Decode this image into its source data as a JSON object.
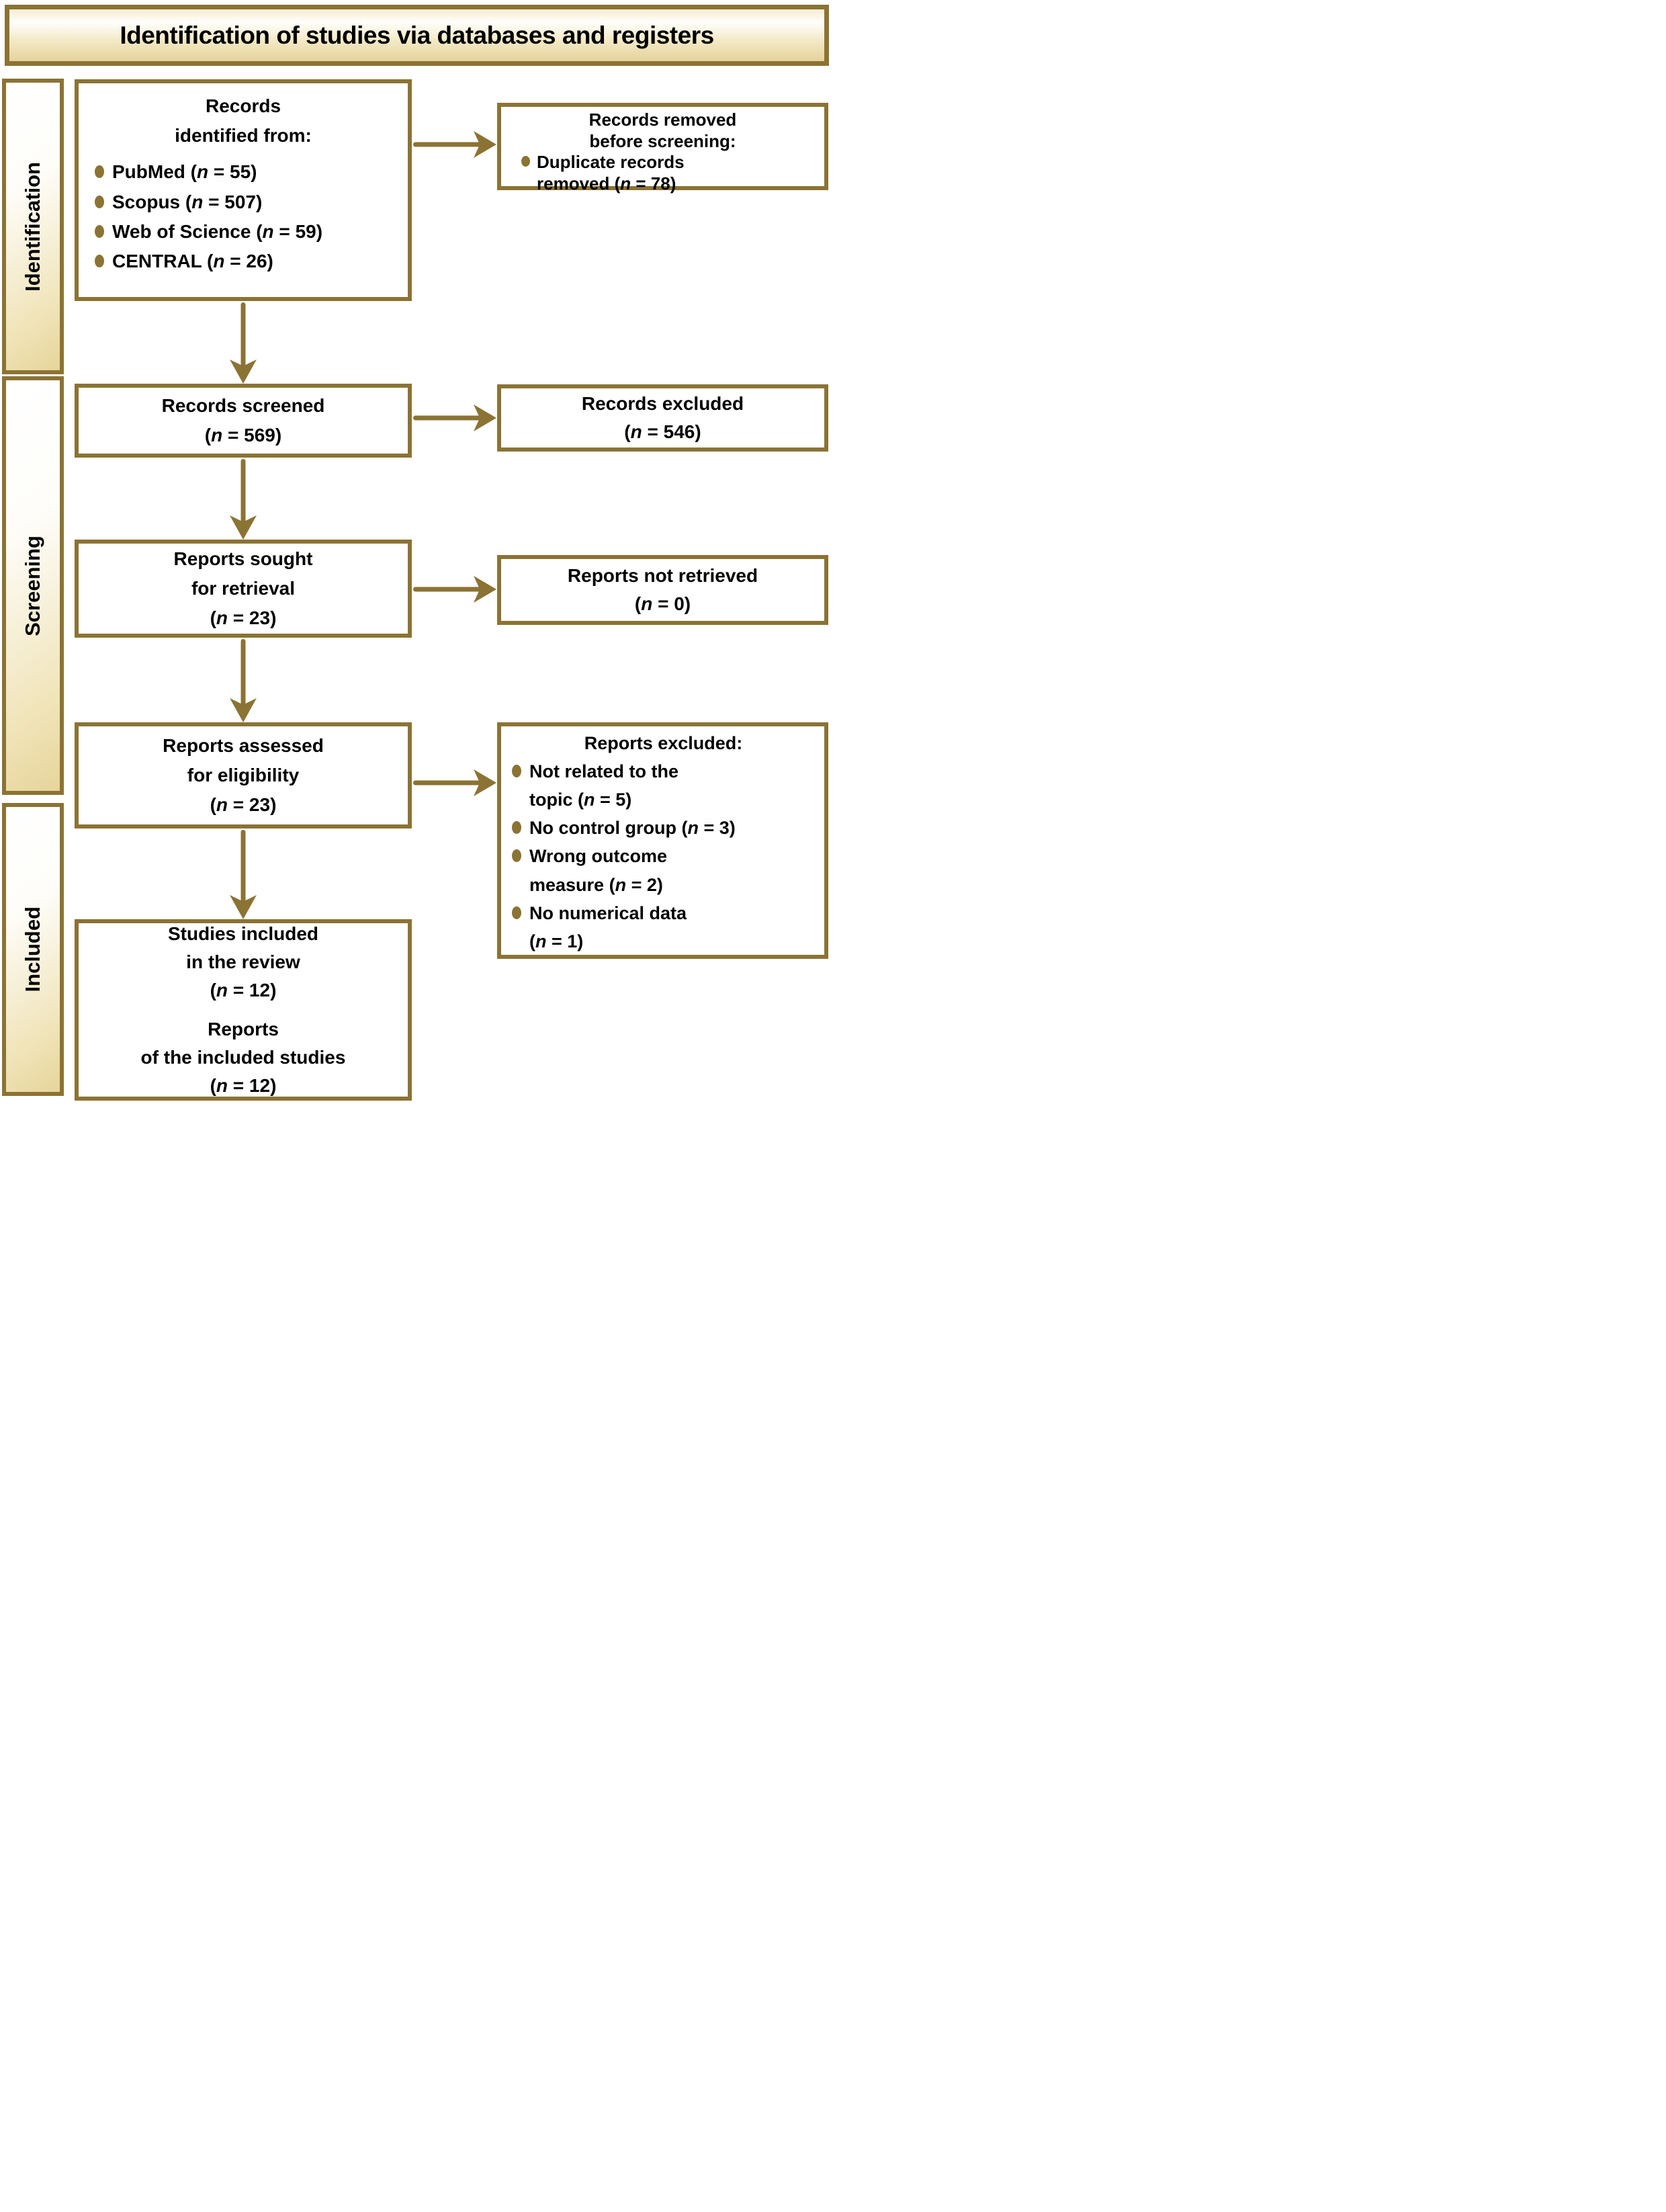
{
  "title": "Identification of studies via databases and registers",
  "colors": {
    "accent_gold": "#8b7334",
    "panel_tan": "#e6d49b",
    "box_background": "#ffffff",
    "text": "#000000"
  },
  "stages": [
    {
      "label": "Identification"
    },
    {
      "label": "Screening"
    },
    {
      "label": "Included"
    }
  ],
  "boxes": {
    "identified": {
      "heading": "Records\nidentified from:",
      "items": [
        "PubMed (n = 55)",
        "Scopus (n = 507)",
        "Web of Science (n = 59)",
        "CENTRAL (n = 26)"
      ]
    },
    "removed": {
      "heading": "Records removed\nbefore screening:",
      "items": [
        "Duplicate records\nremoved (n = 78)"
      ]
    },
    "screened": {
      "text": "Records screened\n(n = 569)"
    },
    "excluded": {
      "text": "Records excluded\n(n = 546)"
    },
    "sought": {
      "text": "Reports sought\nfor retrieval\n(n = 23)"
    },
    "not_retrieved": {
      "text": "Reports not retrieved\n(n = 0)"
    },
    "assessed": {
      "text": "Reports assessed\nfor eligibility\n(n = 23)"
    },
    "reports_excluded": {
      "heading": "Reports excluded:",
      "items": [
        "Not related to the\ntopic (n = 5)",
        "No control group (n = 3)",
        "Wrong outcome\nmeasure (n = 2)",
        "No numerical data\n(n = 1)"
      ]
    },
    "included": {
      "text_studies": "Studies included\nin the review\n(n = 12)",
      "text_reports": "Reports\nof the included studies\n(n = 12)"
    }
  }
}
